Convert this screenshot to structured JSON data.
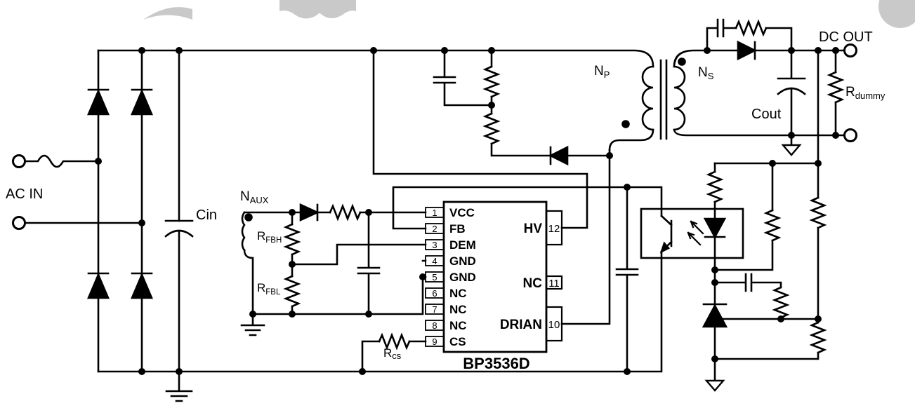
{
  "labels": {
    "ac_in": "AC IN",
    "cin": "Cin",
    "n_aux": {
      "main": "N",
      "sub": "AUX"
    },
    "r_fbh": {
      "main": "R",
      "sub": "FBH"
    },
    "r_fbl": {
      "main": "R",
      "sub": "FBL"
    },
    "rcs": {
      "main": "R",
      "sub": "cs"
    },
    "n_p": {
      "main": "N",
      "sub": "P"
    },
    "n_s": {
      "main": "N",
      "sub": "S"
    },
    "cout": "Cout",
    "dc_out": "DC OUT",
    "r_dummy": {
      "main": "R",
      "sub": "dummy"
    }
  },
  "ic": {
    "name": "BP3536D",
    "left_pins": [
      {
        "num": "1",
        "label": "VCC"
      },
      {
        "num": "2",
        "label": "FB"
      },
      {
        "num": "3",
        "label": "DEM"
      },
      {
        "num": "4",
        "label": "GND"
      },
      {
        "num": "5",
        "label": "GND"
      },
      {
        "num": "6",
        "label": "NC"
      },
      {
        "num": "7",
        "label": "NC"
      },
      {
        "num": "8",
        "label": "NC"
      },
      {
        "num": "9",
        "label": "CS"
      }
    ],
    "right_pins": [
      {
        "num": "12",
        "label": "HV"
      },
      {
        "num": "11",
        "label": "NC"
      },
      {
        "num": "10",
        "label": "DRIAN"
      }
    ]
  },
  "colors": {
    "line": "#000000",
    "background": "#ffffff",
    "watermark": "#c9c9c9"
  }
}
